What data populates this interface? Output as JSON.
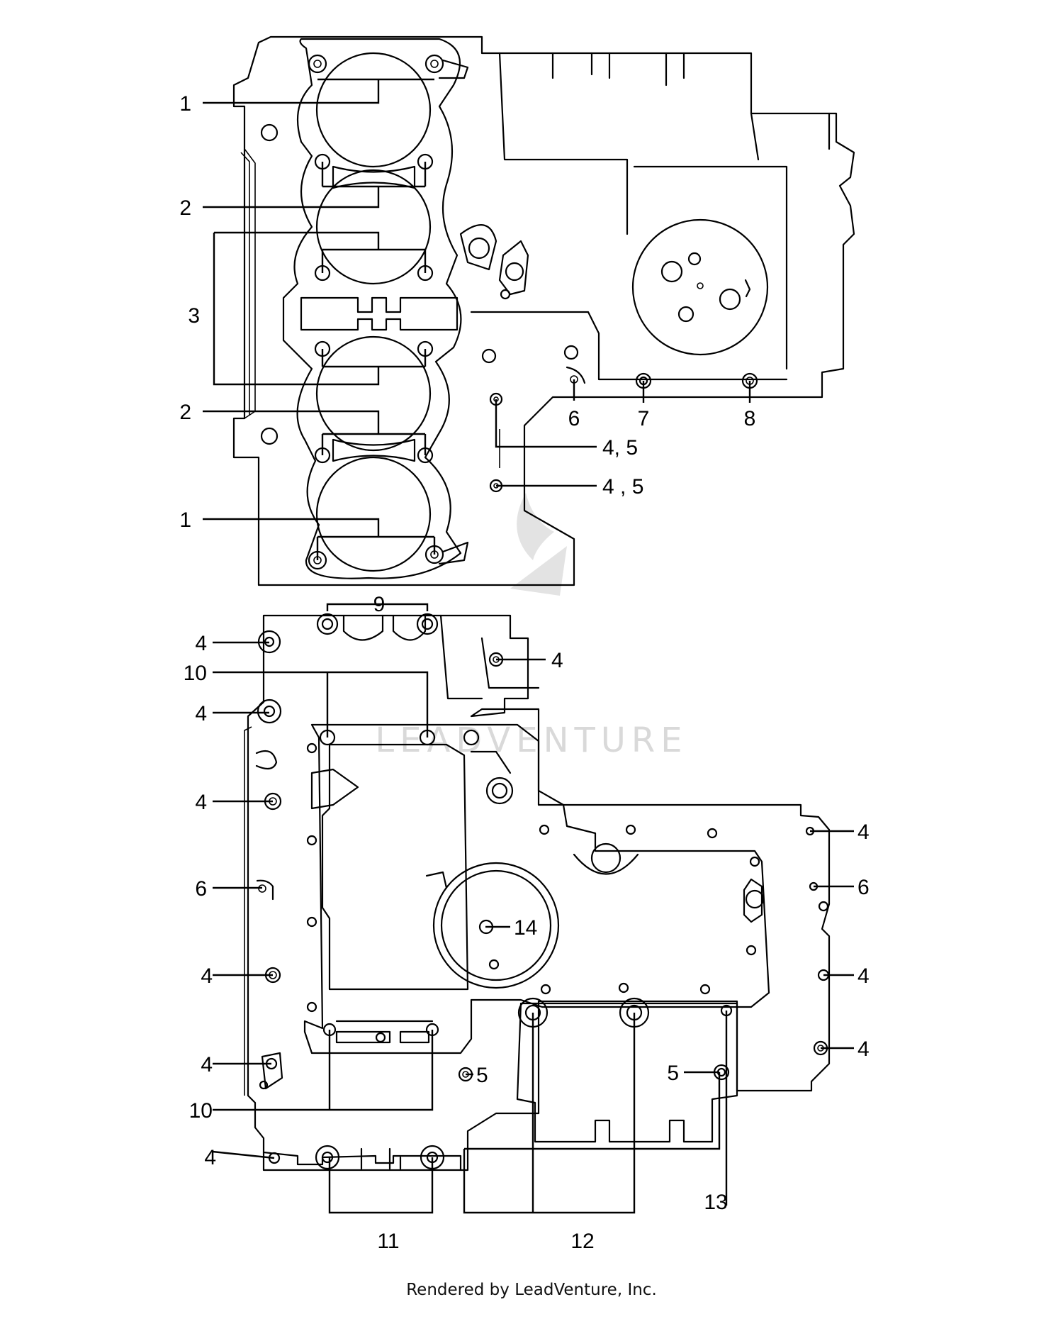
{
  "labels": {
    "l1": "1",
    "l2": "2",
    "l3": "3",
    "l6": "6",
    "l7": "7",
    "l8": "8",
    "l45a": "4, 5",
    "l45b": "4 , 5",
    "l9": "9",
    "l10": "10",
    "l11": "11",
    "l12": "12",
    "l13": "13",
    "l14": "14",
    "l4": "4",
    "l5": "5"
  },
  "watermark": "LEADVENTURE",
  "footer": "Rendered by LeadVenture, Inc.",
  "colors": {
    "line": "#000000",
    "watermark": "#d9d9d9",
    "background": "#ffffff"
  }
}
